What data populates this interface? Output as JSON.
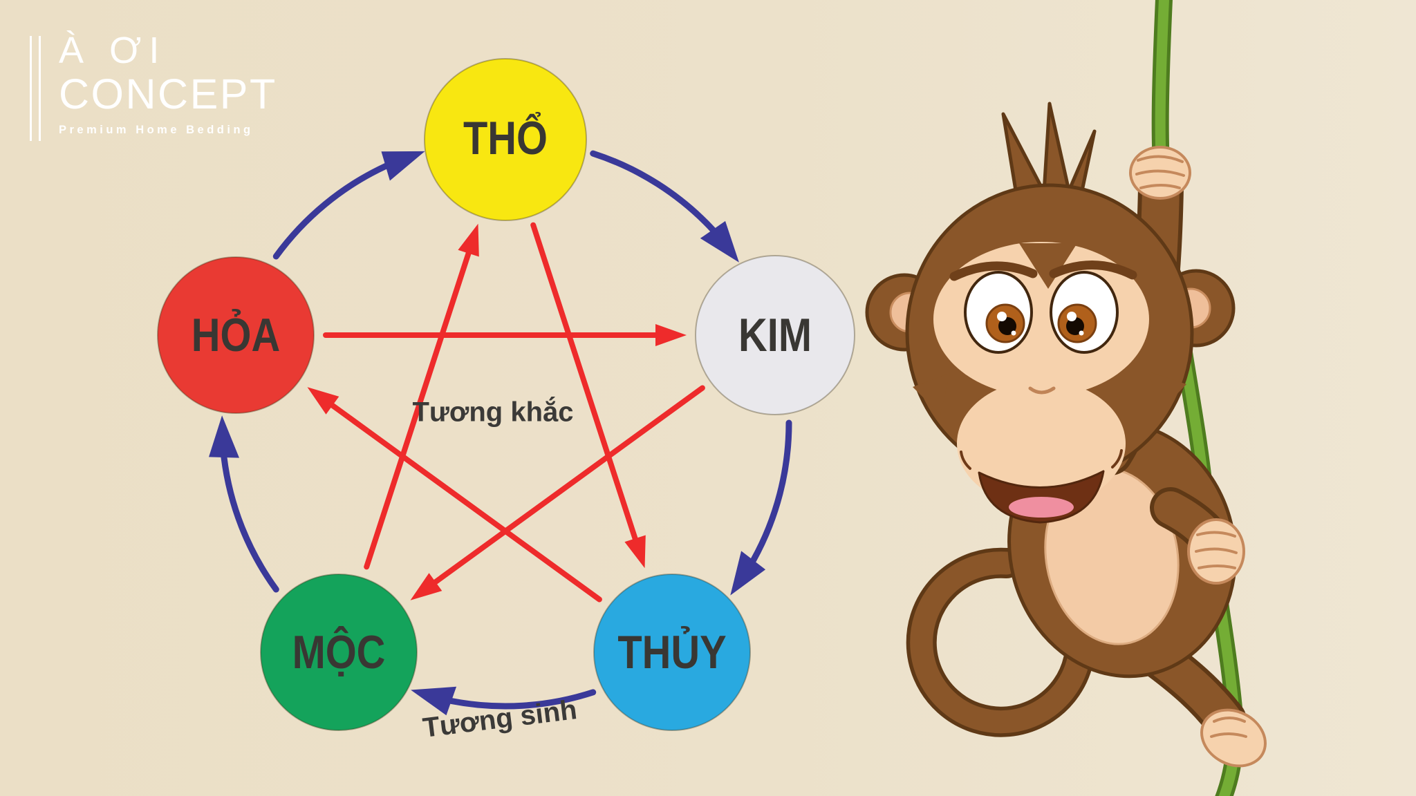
{
  "page": {
    "background": "#ece1ca"
  },
  "logo": {
    "brand_top": "À ƠI",
    "brand_bottom": "CONCEPT",
    "tagline": "Premium Home Bedding",
    "color": "#ffffff"
  },
  "diagram": {
    "elements": [
      {
        "id": "tho",
        "label": "THỔ",
        "color": "#f8e711"
      },
      {
        "id": "kim",
        "label": "KIM",
        "color": "#e9e8ec"
      },
      {
        "id": "thuy",
        "label": "THỦY",
        "color": "#29a9e0"
      },
      {
        "id": "moc",
        "label": "MỘC",
        "color": "#14a35b"
      },
      {
        "id": "hoa",
        "label": "HỎA",
        "color": "#e93a33"
      }
    ],
    "cycles": {
      "destructive": {
        "label": "Tương khắc",
        "color": "#ee2b2b"
      },
      "generative": {
        "label": "Tương sinh",
        "color": "#3a3999"
      }
    },
    "label_color": "#393733"
  },
  "illustration": {
    "name": "cartoon-monkey-hanging-on-vine"
  }
}
